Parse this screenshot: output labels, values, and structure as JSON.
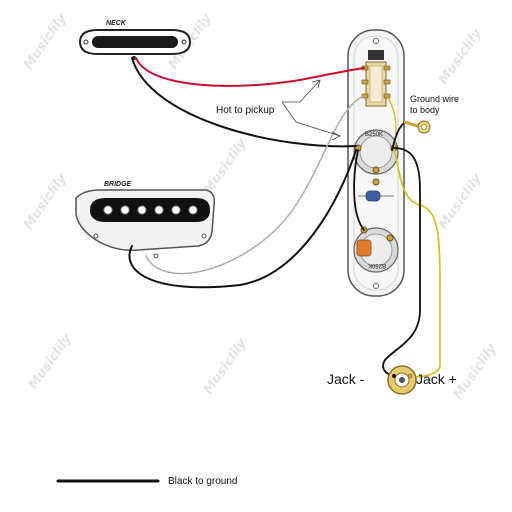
{
  "pickups": {
    "neck_label": "NECK",
    "bridge_label": "BRIDGE"
  },
  "pots": {
    "volume_label": "B250K",
    "tone_label": "B250K"
  },
  "labels": {
    "hot_to_pickup": "Hot to pickup",
    "ground_wire": "Ground wire",
    "to_body": "to body",
    "jack_minus": "Jack -",
    "jack_plus": "Jack +",
    "legend_black": "Black to ground"
  },
  "watermark": {
    "text": "Musiclily"
  },
  "colors": {
    "hot_wire": "#c8102e",
    "ground_wire": "#111111",
    "white_wire": "#bdbdbd",
    "yellow_wire": "#d8c21e",
    "pot_orange": "#e07b2a",
    "brass": "#c9a23a",
    "capacitor": "#3d5fa8"
  }
}
